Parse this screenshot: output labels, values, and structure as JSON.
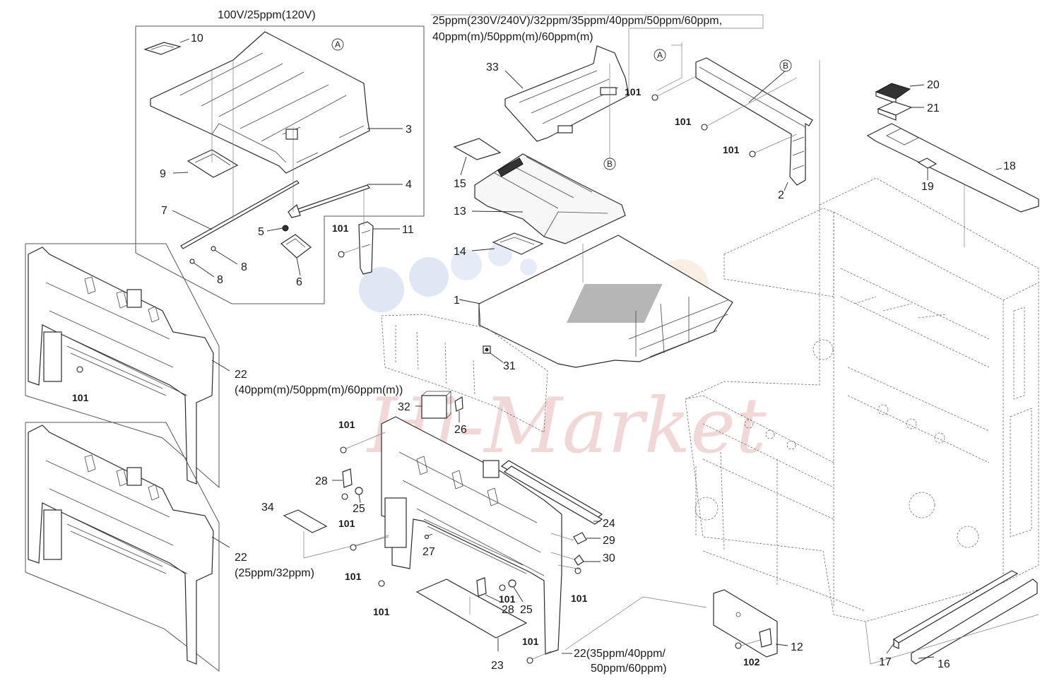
{
  "diagram": {
    "group_notes": {
      "top_left": "100V/25ppm(120V)",
      "top_center_line1": "25ppm(230V/240V)/32ppm/35ppm/40ppm/50ppm/60ppm,",
      "top_center_line2": "40ppm(m)/50ppm(m)/60ppm(m)"
    },
    "variant_notes": {
      "panel_upper_num": "22",
      "panel_upper_models": "(40ppm(m)/50ppm(m)/60ppm(m))",
      "panel_lower_num": "22",
      "panel_lower_models": "(25ppm/32ppm)",
      "panel_main_line1": "22(35ppm/40ppm/",
      "panel_main_line2": "50ppm/60ppm)"
    },
    "reference_marks": {
      "a": "A",
      "b": "B"
    },
    "callouts": {
      "c1": "1",
      "c2": "2",
      "c3": "3",
      "c4": "4",
      "c5": "5",
      "c6": "6",
      "c7": "7",
      "c8": "8",
      "c9": "9",
      "c10": "10",
      "c11": "11",
      "c12": "12",
      "c13": "13",
      "c14": "14",
      "c15": "15",
      "c16": "16",
      "c17": "17",
      "c18": "18",
      "c19": "19",
      "c20": "20",
      "c21": "21",
      "c23": "23",
      "c24": "24",
      "c25": "25",
      "c26": "26",
      "c27": "27",
      "c28": "28",
      "c29": "29",
      "c30": "30",
      "c31": "31",
      "c32": "32",
      "c33": "33",
      "c34": "34"
    },
    "screw_labels": {
      "s101": "101",
      "s102": "102"
    },
    "watermark": "Hi-Market"
  }
}
